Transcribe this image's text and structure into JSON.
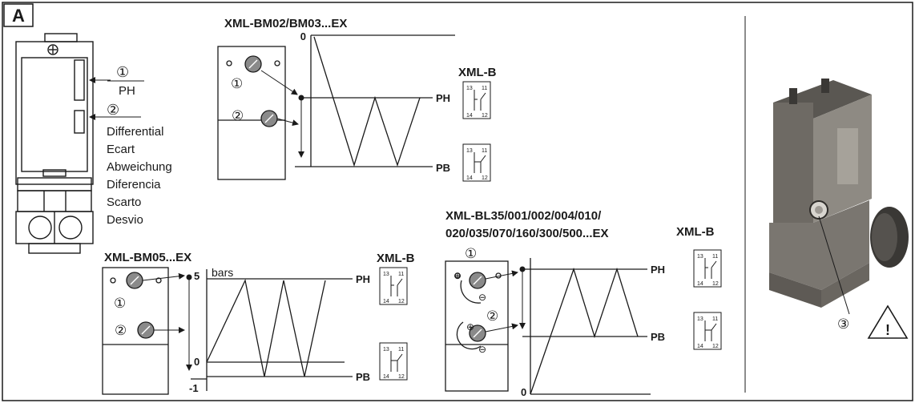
{
  "panel_label": "A",
  "front_view": {
    "legend_1_symbol": "①",
    "legend_1_text": "PH",
    "legend_2_symbol": "②",
    "differential_terms": [
      "Differential",
      "Ecart",
      "Abweichung",
      "Diferencia",
      "Scarto",
      "Desvio"
    ]
  },
  "diagram_1": {
    "title": "XML-BM02/BM03...EX",
    "axis_top": "0",
    "label_high": "PH",
    "label_low": "PB",
    "screw_1": "①",
    "screw_2": "②",
    "switch_title": "XML-B"
  },
  "diagram_2": {
    "title": "XML-BM05...EX",
    "axis_top": "5",
    "unit": "bars",
    "axis_zero": "0",
    "axis_min": "-1",
    "label_high": "PH",
    "label_low": "PB",
    "screw_1": "①",
    "screw_2": "②",
    "switch_title": "XML-B"
  },
  "diagram_3": {
    "title_line1": "XML-BL35/001/002/004/010/",
    "title_line2": "020/035/070/160/300/500...EX",
    "axis_zero": "0",
    "label_high": "PH",
    "label_low": "PB",
    "screw_1": "①",
    "screw_2": "②",
    "plus": "⊕",
    "minus": "⊖",
    "switch_title": "XML-B"
  },
  "contact_labels": {
    "c13": "13",
    "c14": "14",
    "c11": "11",
    "c12": "12"
  },
  "photo": {
    "callout": "③",
    "warning_symbol": "!"
  },
  "colors": {
    "line": "#1a1a1a",
    "photo_body": "#7a7670",
    "photo_dark": "#3a3835"
  }
}
